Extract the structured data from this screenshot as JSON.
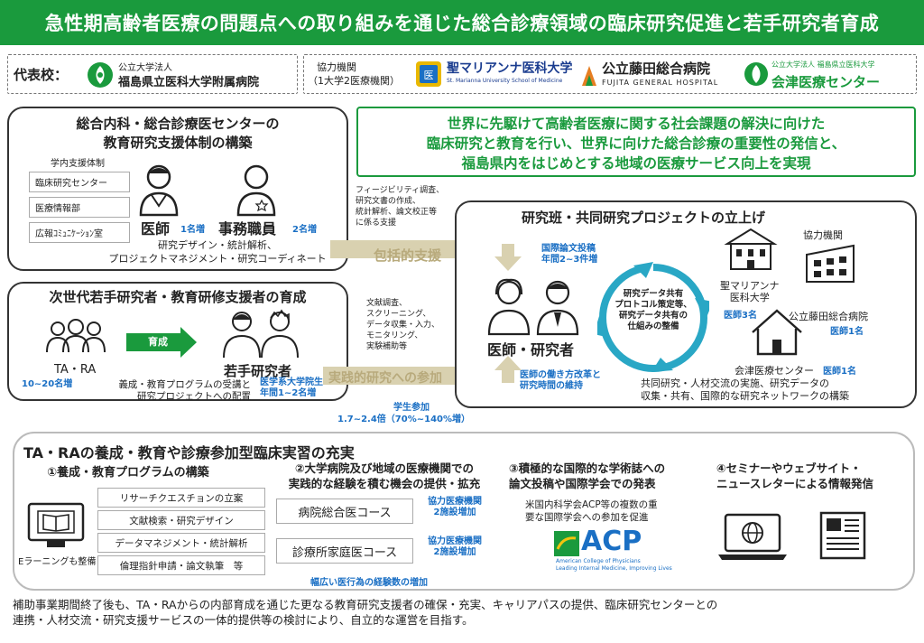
{
  "title": "急性期高齢者医療の問題点への取り組みを通じた総合診療領域の臨床研究促進と若手研究者育成",
  "institutions": {
    "rep_label": "代表校：",
    "rep_sub": "公立大学法人",
    "rep_name": "福島県立医科大学附属病院",
    "collab_label1": "協力機関",
    "collab_label2": "（1大学2医療機関）",
    "marianna_name": "聖マリアンナ医科大学",
    "marianna_en": "St. Marianna University School of Medicine",
    "fujita_name": "公立藤田総合病院",
    "fujita_en": "FUJITA GENERAL HOSPITAL",
    "aizu_sub": "公立大学法人 福島県立医科大学",
    "aizu_name": "会津医療センター"
  },
  "goal": {
    "line1": "世界に先駆けて高齢者医療に関する社会課題の解決に向けた",
    "line2": "臨床研究と教育を行い、世界に向けた総合診療の重要性の発信と、",
    "line3": "福島県内をはじめとする地域の医療サービス向上を実現"
  },
  "center": {
    "title1": "総合内科・総合診療医センターの",
    "title2": "教育研究支援体制の構築",
    "support_label": "学内支援体制",
    "support_items": [
      "臨床研究センター",
      "医療情報部",
      "広報ｺﾐｭﾆｹｰｼｮﾝ室"
    ],
    "doctor_label": "医師",
    "doctor_count": "1名増",
    "staff_label": "事務職員",
    "staff_count": "2名増",
    "desc1": "研究デザイン・統計解析、",
    "desc2": "プロジェクトマネジメント・研究コーディネート"
  },
  "support_notes": {
    "line1": "フィージビリティ調査、",
    "line2": "研究文書の作成、",
    "line3": "統計解析、論文校正等",
    "line4": "に係る支援",
    "arrow_label": "包括的支援"
  },
  "nextgen": {
    "title": "次世代若手研究者・教育研修支援者の育成",
    "ta_label": "TA・RA",
    "ta_count": "10~20名増",
    "arrow_label": "育成",
    "young_label": "若手研究者",
    "young_count1": "医学系大学院生",
    "young_count2": "年間1~2名増",
    "desc1": "義成・教育プログラムの受講と",
    "desc2": "研究プロジェクトへの配置"
  },
  "practice_notes": {
    "line1": "文献調査、",
    "line2": "スクリーニング、",
    "line3": "データ収集・入力、",
    "line4": "モニタリング、",
    "line5": "実験補助等",
    "arrow_label": "実践的研究への参加",
    "student_label": "学生参加",
    "student_count": "1.7~2.4倍（70%~140%増）"
  },
  "research": {
    "title": "研究班・共同研究プロジェクトの立上げ",
    "papers1": "国際論文投稿",
    "papers2": "年間2~3件増",
    "people_label": "医師・研究者",
    "work1": "医師の働き方改革と",
    "work2": "研究時間の維持",
    "cycle1": "研究データ共有",
    "cycle2": "プロトコル策定等、",
    "cycle3": "研究データ共有の",
    "cycle4": "仕組みの整備",
    "collab_label": "協力機関",
    "marianna1": "聖マリアンナ",
    "marianna2": "医科大学",
    "marianna_count": "医師3名",
    "fujita": "公立藤田総合病院",
    "fujita_count": "医師1名",
    "aizu": "会津医療センター",
    "aizu_count": "医師1名",
    "desc1": "共同研究・人材交流の実施、研究データの",
    "desc2": "収集・共有、国際的な研究ネットワークの構築"
  },
  "bottom": {
    "title": "TA・RAの養成・教育や診療参加型臨床実習の充実",
    "col1_title": "①養成・教育プログラムの構築",
    "col1_items": [
      "リサーチクエスチョンの立案",
      "文献検索・研究デザイン",
      "データマネジメント・統計解析",
      "倫理指針申請・論文執筆　等"
    ],
    "elearning": "Eラーニングも整備",
    "col2_title1": "②大学病院及び地域の医療機関での",
    "col2_title2": "実践的な経験を積む機会の提供・拡充",
    "course1": "病院総合医コース",
    "course2": "診療所家庭医コース",
    "course_note1": "協力医療機関",
    "course_note2": "2施設増加",
    "course_footer": "幅広い医行為の経験数の増加",
    "col3_title1": "③積極的な国際的な学術誌への",
    "col3_title2": "論文投稿や国際学会での発表",
    "col3_desc1": "米国内科学会ACP等の複数の重",
    "col3_desc2": "要な国際学会への参加を促進",
    "acp": "ACP",
    "acp_sub1": "American College of Physicians",
    "acp_sub2": "Leading Internal Medicine, Improving Lives",
    "col4_title1": "④セミナーやウェブサイト・",
    "col4_title2": "ニュースレターによる情報発信"
  },
  "footer": {
    "line1": "補助事業期間終了後も、TA・RAからの内部育成を通じた更なる教育研究支援者の確保・充実、キャリアパスの提供、臨床研究センターとの",
    "line2": "連携・人材交流・研究支援サービスの一体的提供等の検討により、自立的な運営を目指す。"
  },
  "colors": {
    "green": "#1a9a3d",
    "blue": "#1a6fc4",
    "gold": "#b8aa7c",
    "teal": "#29a7c5"
  }
}
